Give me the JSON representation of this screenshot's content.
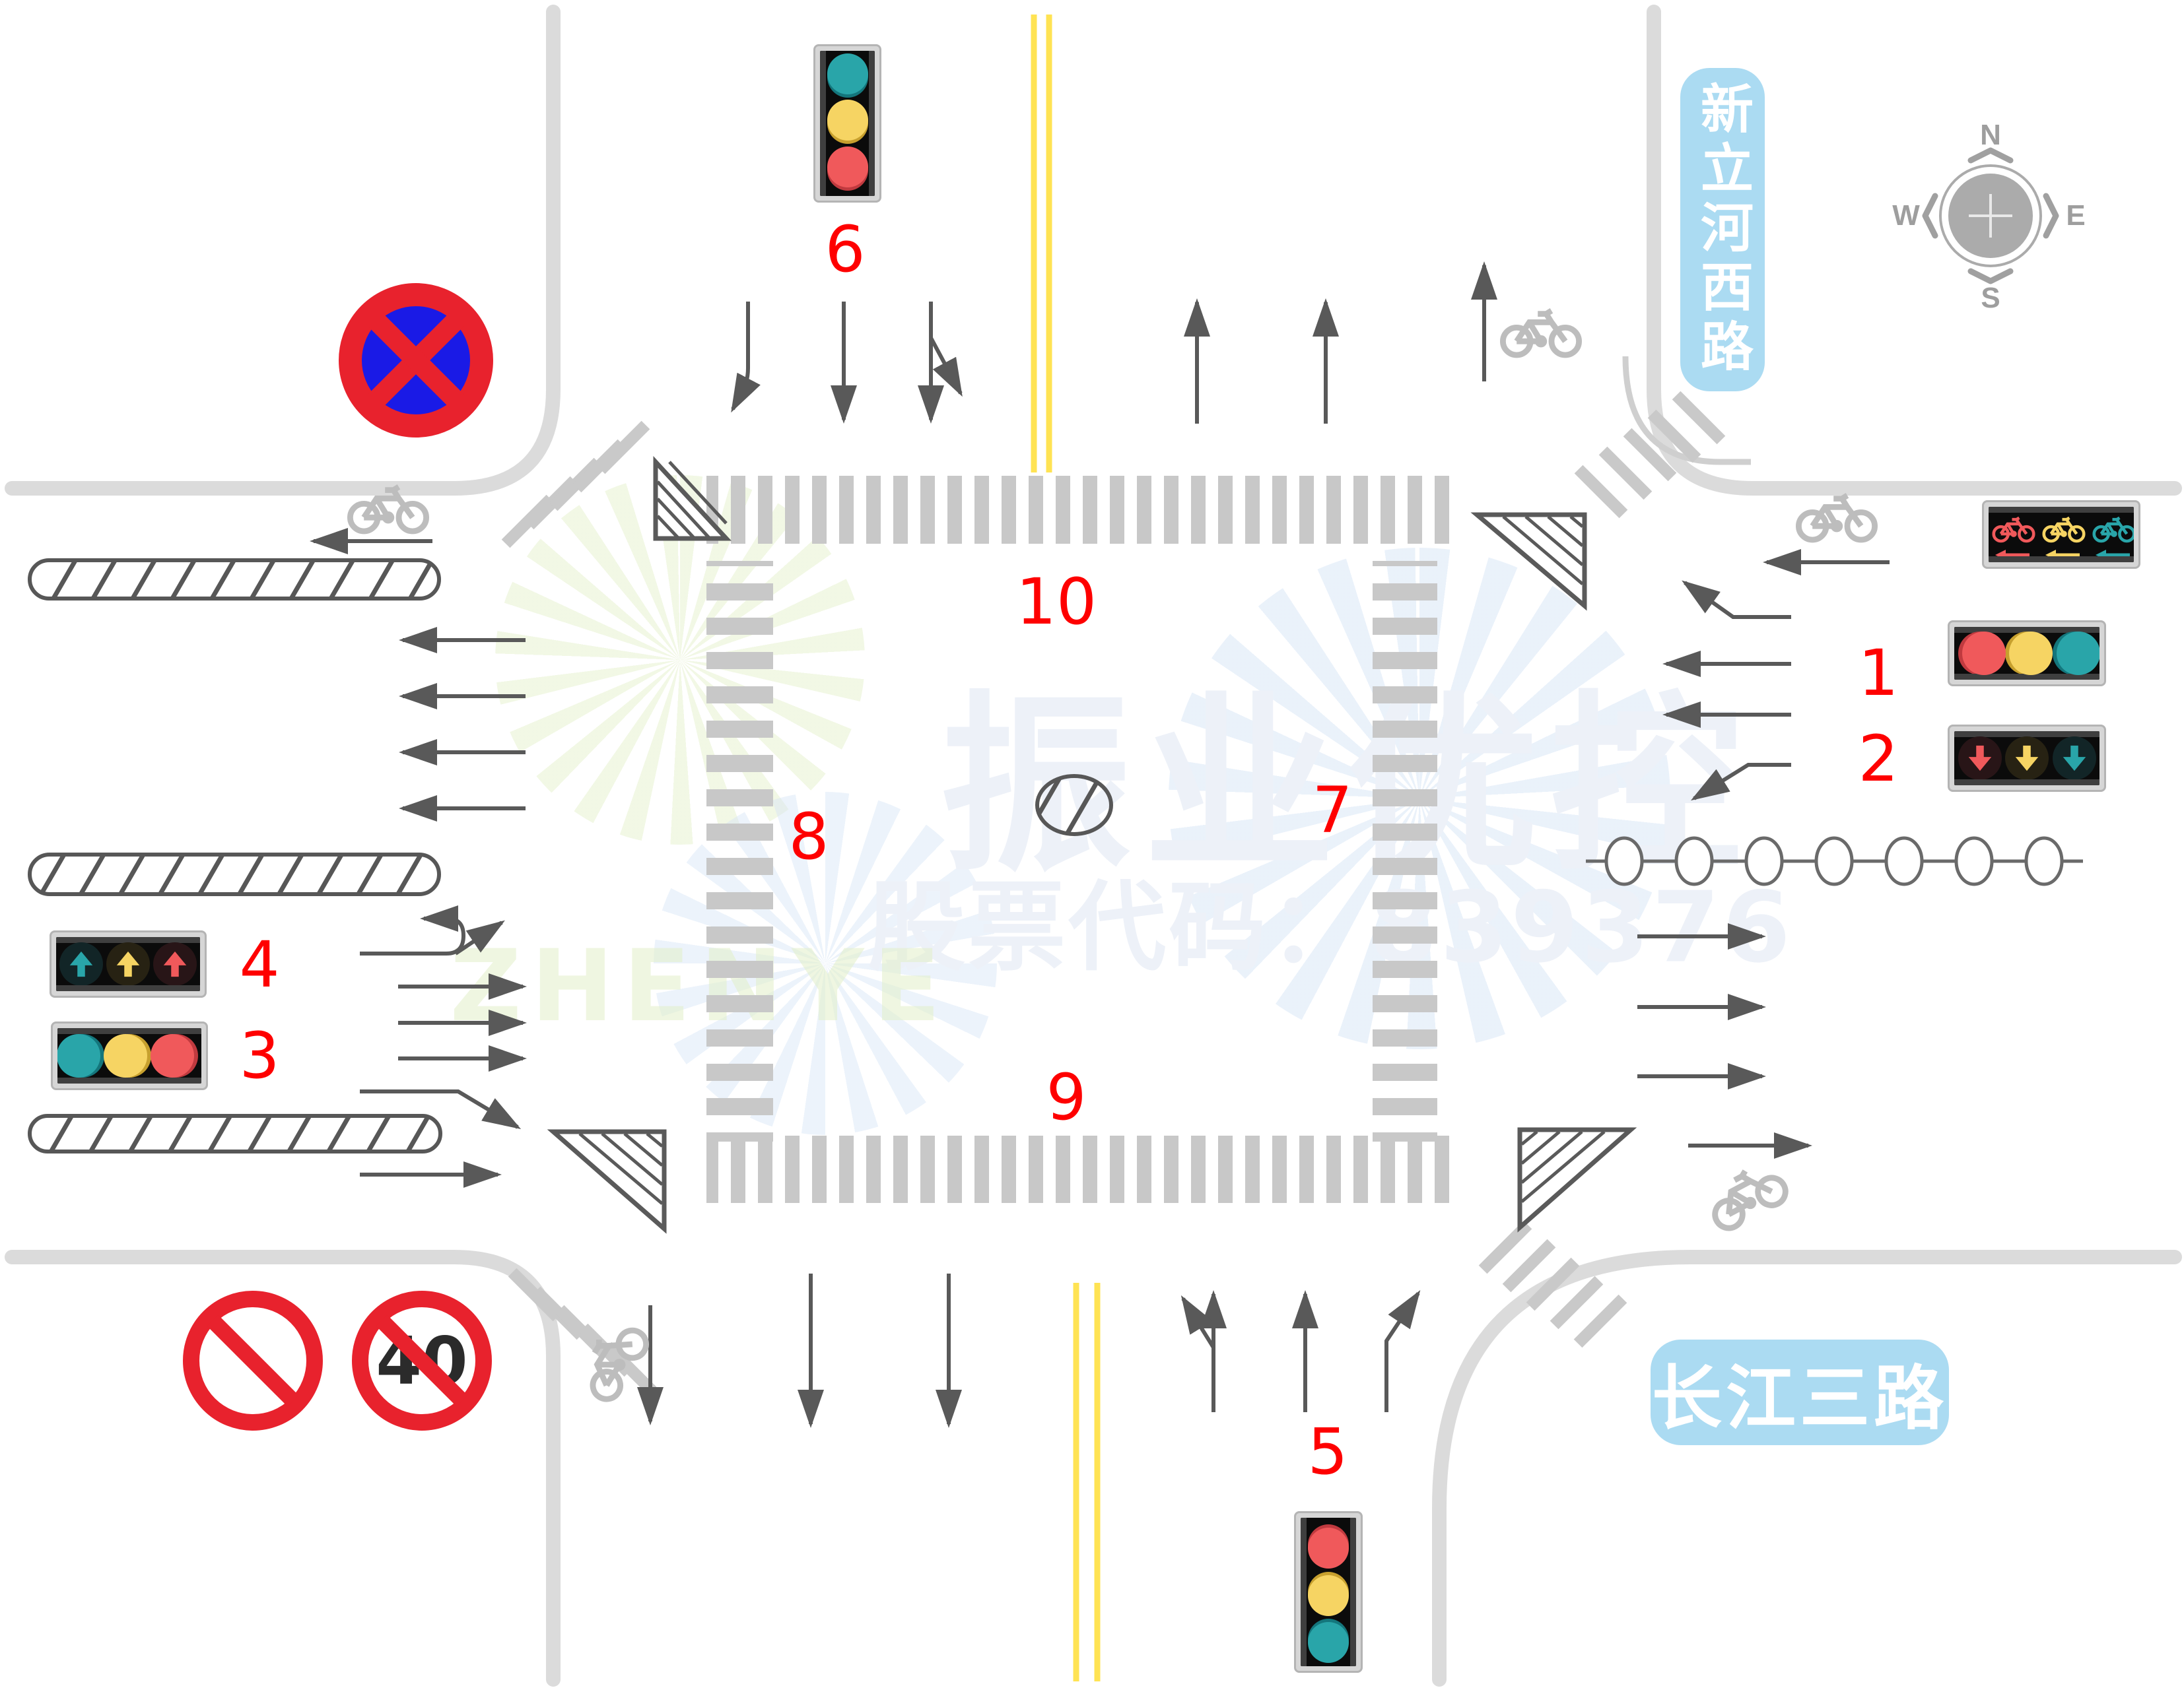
{
  "labels": {
    "l1": "1",
    "l2": "2",
    "l3": "3",
    "l4": "4",
    "l5": "5",
    "l6": "6",
    "l7": "7",
    "l8": "8",
    "l9": "9",
    "l10": "10"
  },
  "road_signs": {
    "north_road": "新立河西路",
    "east_road": "长江三路"
  },
  "regulatory_signs": {
    "speed_limit_value": "40"
  },
  "compass": {
    "north": "N",
    "south": "S",
    "west": "W",
    "east": "E"
  },
  "watermark": {
    "brand": "振业优控",
    "stock_line": "股票代码：839376",
    "latin_brand": "ZHENYE"
  },
  "signals": {
    "s1": {
      "orientation": "horizontal",
      "style": "disc",
      "bulbs": [
        "red",
        "yellow",
        "teal"
      ]
    },
    "s2": {
      "orientation": "horizontal",
      "style": "arrow-down",
      "bulbs": [
        "red",
        "yellow",
        "teal"
      ]
    },
    "s3": {
      "orientation": "horizontal",
      "style": "disc",
      "bulbs": [
        "teal",
        "yellow",
        "red"
      ]
    },
    "s4": {
      "orientation": "horizontal",
      "style": "arrow-up",
      "bulbs": [
        "teal",
        "yellow",
        "red"
      ]
    },
    "s5": {
      "orientation": "vertical",
      "style": "disc",
      "bulbs": [
        "red",
        "yellow",
        "teal"
      ]
    },
    "s6": {
      "orientation": "vertical",
      "style": "disc",
      "bulbs": [
        "teal",
        "yellow",
        "red"
      ]
    },
    "bicycle_signal": {
      "orientation": "horizontal",
      "style": "bicycle-left-arrow",
      "bulbs": [
        "red",
        "yellow",
        "teal"
      ]
    }
  },
  "icons": {
    "bicycle": "bike-glyph",
    "compass": "compass-rose",
    "no_stopping": "no-stopping-sign",
    "no_horn": "no-horn-sign",
    "barrier": "circle-chain-barrier"
  },
  "colors": {
    "signal-red": "#F0595B",
    "signal-yellow": "#F6D463",
    "signal-teal": "#29A5A9",
    "shadow-red": "#C03A3F",
    "shadow-yellow": "#C7A02E",
    "shadow-teal": "#14767C",
    "sign-red": "#E8222D",
    "sign-blue": "#1A1AE6",
    "label-red": "#FE0000",
    "road-gray": "#DBDBDB",
    "mark-gray": "#C8C8C8",
    "line-dark": "#595959",
    "yellow-line": "#FFE353",
    "sign-blue-bg": "#ABDBF2",
    "bike-gray": "#BDBDBD"
  }
}
